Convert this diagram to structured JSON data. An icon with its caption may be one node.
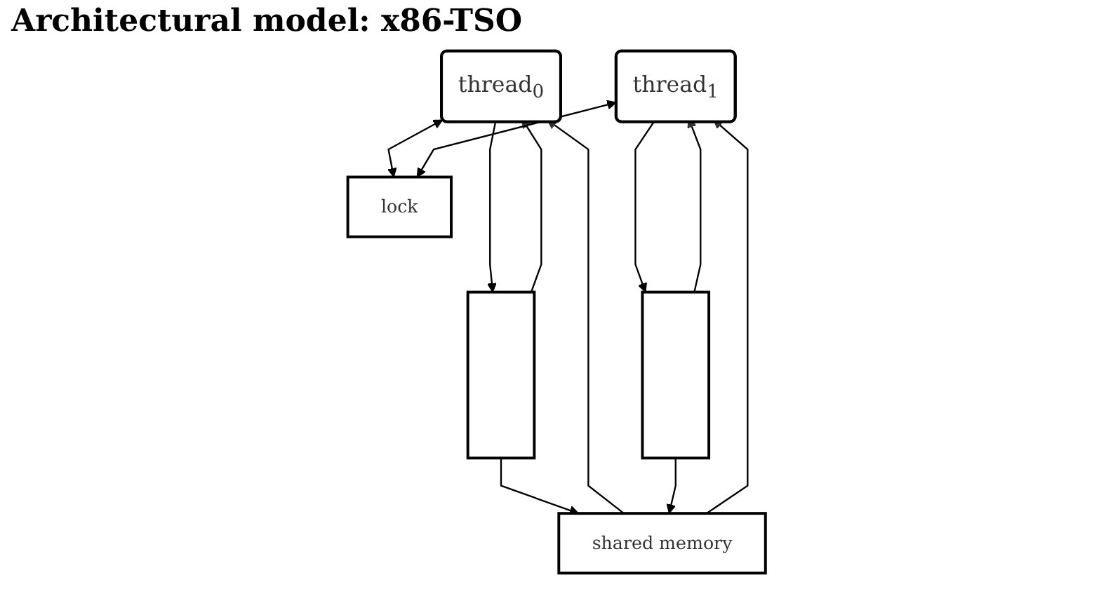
{
  "diagram": {
    "title": "Architectural model: x86-TSO",
    "nodes": [
      {
        "text": [
          "thread$_{0}$"
        ]
      },
      {
        "text": [
          "thread$_{1}$"
        ]
      },
      {
        "text": [],
        "shape": "box"
      },
      {
        "text": [],
        "shape": "box"
      },
      {
        "text": [
          "lock"
        ]
      },
      {
        "text": [
          "shared memory"
        ]
      }
    ],
    "edges": [
      {
        "from": 0,
        "to": 2,
        "arrow": "to"
      },
      {
        "from": 2,
        "to": 0,
        "arrow": "to"
      },
      {
        "from": 2,
        "to": 5,
        "arrow": "to"
      },
      {
        "from": 5,
        "to": 0,
        "arrow": "to"
      },
      {
        "from": 0,
        "to": 4,
        "arrow": "both"
      },
      {
        "from": 1,
        "to": 3,
        "arrow": "to"
      },
      {
        "from": 3,
        "to": 1,
        "arrow": "to"
      },
      {
        "from": 3,
        "to": 5,
        "arrow": "to"
      },
      {
        "from": 5,
        "to": 1,
        "arrow": "to"
      },
      {
        "from": 1,
        "to": 4,
        "arrow": "both"
      }
    ]
  }
}
